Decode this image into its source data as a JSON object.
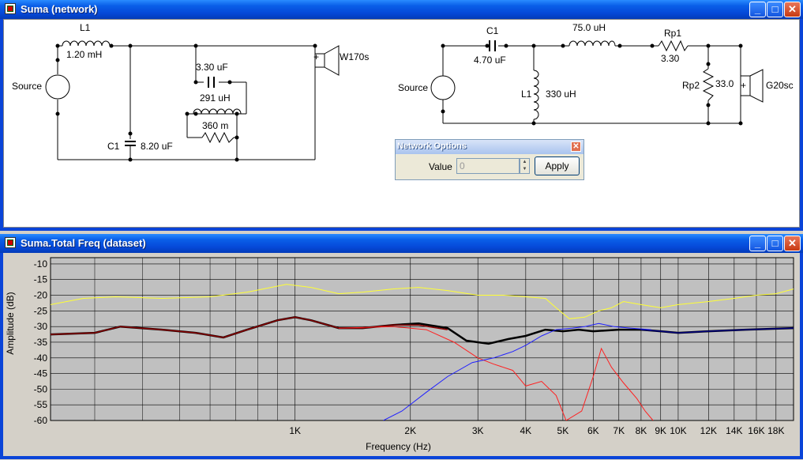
{
  "network_window": {
    "title": "Suma (network)",
    "left_circuit": {
      "source": "Source",
      "l1_name": "L1",
      "l1_value": "1.20 mH",
      "c_series_value": "3.30 uF",
      "l_parallel_value": "291 uH",
      "r_value": "360 m",
      "c1_name": "C1",
      "c1_value": "8.20 uF",
      "driver": "W170s",
      "plus": "+"
    },
    "right_circuit": {
      "source": "Source",
      "c1_name": "C1",
      "c1_value": "4.70 uF",
      "l_series_value": "75.0 uH",
      "rp1_name": "Rp1",
      "rp1_value": "3.30",
      "l1_name": "L1",
      "l1_value": "330 uH",
      "rp2_name": "Rp2",
      "rp2_value": "33.0",
      "driver": "G20sc",
      "plus": "+"
    }
  },
  "network_options": {
    "title": "Network Options",
    "value_label": "Value",
    "value": "0",
    "apply_label": "Apply"
  },
  "plot_window": {
    "title": "Suma.Total Freq (dataset)"
  },
  "chart_data": {
    "type": "line",
    "xlabel": "Frequency (Hz)",
    "ylabel": "Amplitude (dB)",
    "ylim": [
      -60,
      -8
    ],
    "xscale": "log",
    "xlim": [
      230,
      20000
    ],
    "yticks": [
      -10,
      -15,
      -20,
      -25,
      -30,
      -35,
      -40,
      -45,
      -50,
      -55,
      -60
    ],
    "xticks": [
      {
        "v": 1000,
        "label": "1K"
      },
      {
        "v": 2000,
        "label": "2K"
      },
      {
        "v": 3000,
        "label": "3K"
      },
      {
        "v": 4000,
        "label": "4K"
      },
      {
        "v": 5000,
        "label": "5K"
      },
      {
        "v": 6000,
        "label": "6K"
      },
      {
        "v": 7000,
        "label": "7K"
      },
      {
        "v": 8000,
        "label": "8K"
      },
      {
        "v": 9000,
        "label": "9K"
      },
      {
        "v": 10000,
        "label": "10K"
      },
      {
        "v": 12000,
        "label": "12K"
      },
      {
        "v": 14000,
        "label": "14K"
      },
      {
        "v": 16000,
        "label": "16K"
      },
      {
        "v": 18000,
        "label": "18K"
      }
    ],
    "grid": true,
    "background": "#c0c0c0",
    "series": [
      {
        "color": "#ffff33",
        "width": 1,
        "points": [
          [
            230,
            -23
          ],
          [
            280,
            -21
          ],
          [
            340,
            -20.5
          ],
          [
            450,
            -21
          ],
          [
            600,
            -20.5
          ],
          [
            750,
            -19
          ],
          [
            950,
            -16.5
          ],
          [
            1100,
            -17.5
          ],
          [
            1300,
            -19.5
          ],
          [
            1500,
            -19
          ],
          [
            1800,
            -18
          ],
          [
            2100,
            -17.5
          ],
          [
            2500,
            -18.5
          ],
          [
            3000,
            -20
          ],
          [
            3500,
            -20
          ],
          [
            4000,
            -20.5
          ],
          [
            4500,
            -21
          ],
          [
            4800,
            -24
          ],
          [
            5200,
            -27.5
          ],
          [
            5700,
            -27
          ],
          [
            6200,
            -25
          ],
          [
            6700,
            -24
          ],
          [
            7200,
            -22
          ],
          [
            8000,
            -23
          ],
          [
            9000,
            -24
          ],
          [
            10000,
            -23
          ],
          [
            12000,
            -22
          ],
          [
            14000,
            -21
          ],
          [
            16000,
            -20
          ],
          [
            18000,
            -19.5
          ],
          [
            20000,
            -18
          ]
        ]
      },
      {
        "color": "#000000",
        "width": 2.5,
        "points": [
          [
            230,
            -32.5
          ],
          [
            300,
            -32
          ],
          [
            350,
            -30
          ],
          [
            450,
            -31
          ],
          [
            550,
            -32
          ],
          [
            650,
            -33.5
          ],
          [
            750,
            -31
          ],
          [
            900,
            -28
          ],
          [
            1000,
            -27
          ],
          [
            1100,
            -28
          ],
          [
            1300,
            -30.5
          ],
          [
            1500,
            -30.5
          ],
          [
            1800,
            -29.5
          ],
          [
            2100,
            -29
          ],
          [
            2500,
            -30.5
          ],
          [
            2800,
            -34.5
          ],
          [
            3200,
            -35.5
          ],
          [
            3600,
            -34
          ],
          [
            4000,
            -33
          ],
          [
            4500,
            -31
          ],
          [
            5000,
            -31.5
          ],
          [
            5500,
            -31
          ],
          [
            6000,
            -31.5
          ],
          [
            7000,
            -31
          ],
          [
            8000,
            -31
          ],
          [
            9000,
            -31.5
          ],
          [
            10000,
            -32
          ],
          [
            12000,
            -31.5
          ],
          [
            15000,
            -31
          ],
          [
            20000,
            -30.5
          ]
        ]
      },
      {
        "color": "#8b0000",
        "width": 1.5,
        "points": [
          [
            230,
            -32.5
          ],
          [
            300,
            -32
          ],
          [
            350,
            -30
          ],
          [
            450,
            -31
          ],
          [
            550,
            -32
          ],
          [
            650,
            -33.5
          ],
          [
            750,
            -31
          ],
          [
            900,
            -28
          ],
          [
            1000,
            -27
          ],
          [
            1100,
            -28
          ],
          [
            1300,
            -30.5
          ],
          [
            1500,
            -30.5
          ],
          [
            1800,
            -29.5
          ],
          [
            2100,
            -29.5
          ],
          [
            2500,
            -31
          ]
        ]
      },
      {
        "color": "#ff2020",
        "width": 1,
        "points": [
          [
            1300,
            -30.5
          ],
          [
            1800,
            -30
          ],
          [
            2200,
            -31
          ],
          [
            2600,
            -35
          ],
          [
            3000,
            -40
          ],
          [
            3300,
            -42
          ],
          [
            3700,
            -44
          ],
          [
            4000,
            -49
          ],
          [
            4400,
            -47.5
          ],
          [
            4800,
            -52
          ],
          [
            5100,
            -60
          ],
          [
            5600,
            -57
          ],
          [
            6000,
            -46
          ],
          [
            6300,
            -37
          ],
          [
            6700,
            -43
          ],
          [
            7200,
            -48
          ],
          [
            7800,
            -53
          ],
          [
            8200,
            -57
          ],
          [
            8600,
            -60
          ]
        ]
      },
      {
        "color": "#2020ff",
        "width": 1,
        "points": [
          [
            1700,
            -60
          ],
          [
            1900,
            -57
          ],
          [
            2200,
            -51
          ],
          [
            2500,
            -46
          ],
          [
            2900,
            -41.5
          ],
          [
            3300,
            -40
          ],
          [
            3700,
            -38
          ],
          [
            4000,
            -36
          ],
          [
            4400,
            -33
          ],
          [
            4800,
            -31
          ],
          [
            5300,
            -30.5
          ],
          [
            5700,
            -30
          ],
          [
            6200,
            -29
          ],
          [
            6800,
            -30
          ],
          [
            7500,
            -30.5
          ],
          [
            8500,
            -31
          ]
        ]
      },
      {
        "color": "#000080",
        "width": 1.5,
        "points": [
          [
            8000,
            -31
          ],
          [
            9000,
            -31.5
          ],
          [
            10000,
            -32
          ],
          [
            12000,
            -31.5
          ],
          [
            15000,
            -31
          ],
          [
            20000,
            -30.5
          ]
        ]
      }
    ]
  }
}
